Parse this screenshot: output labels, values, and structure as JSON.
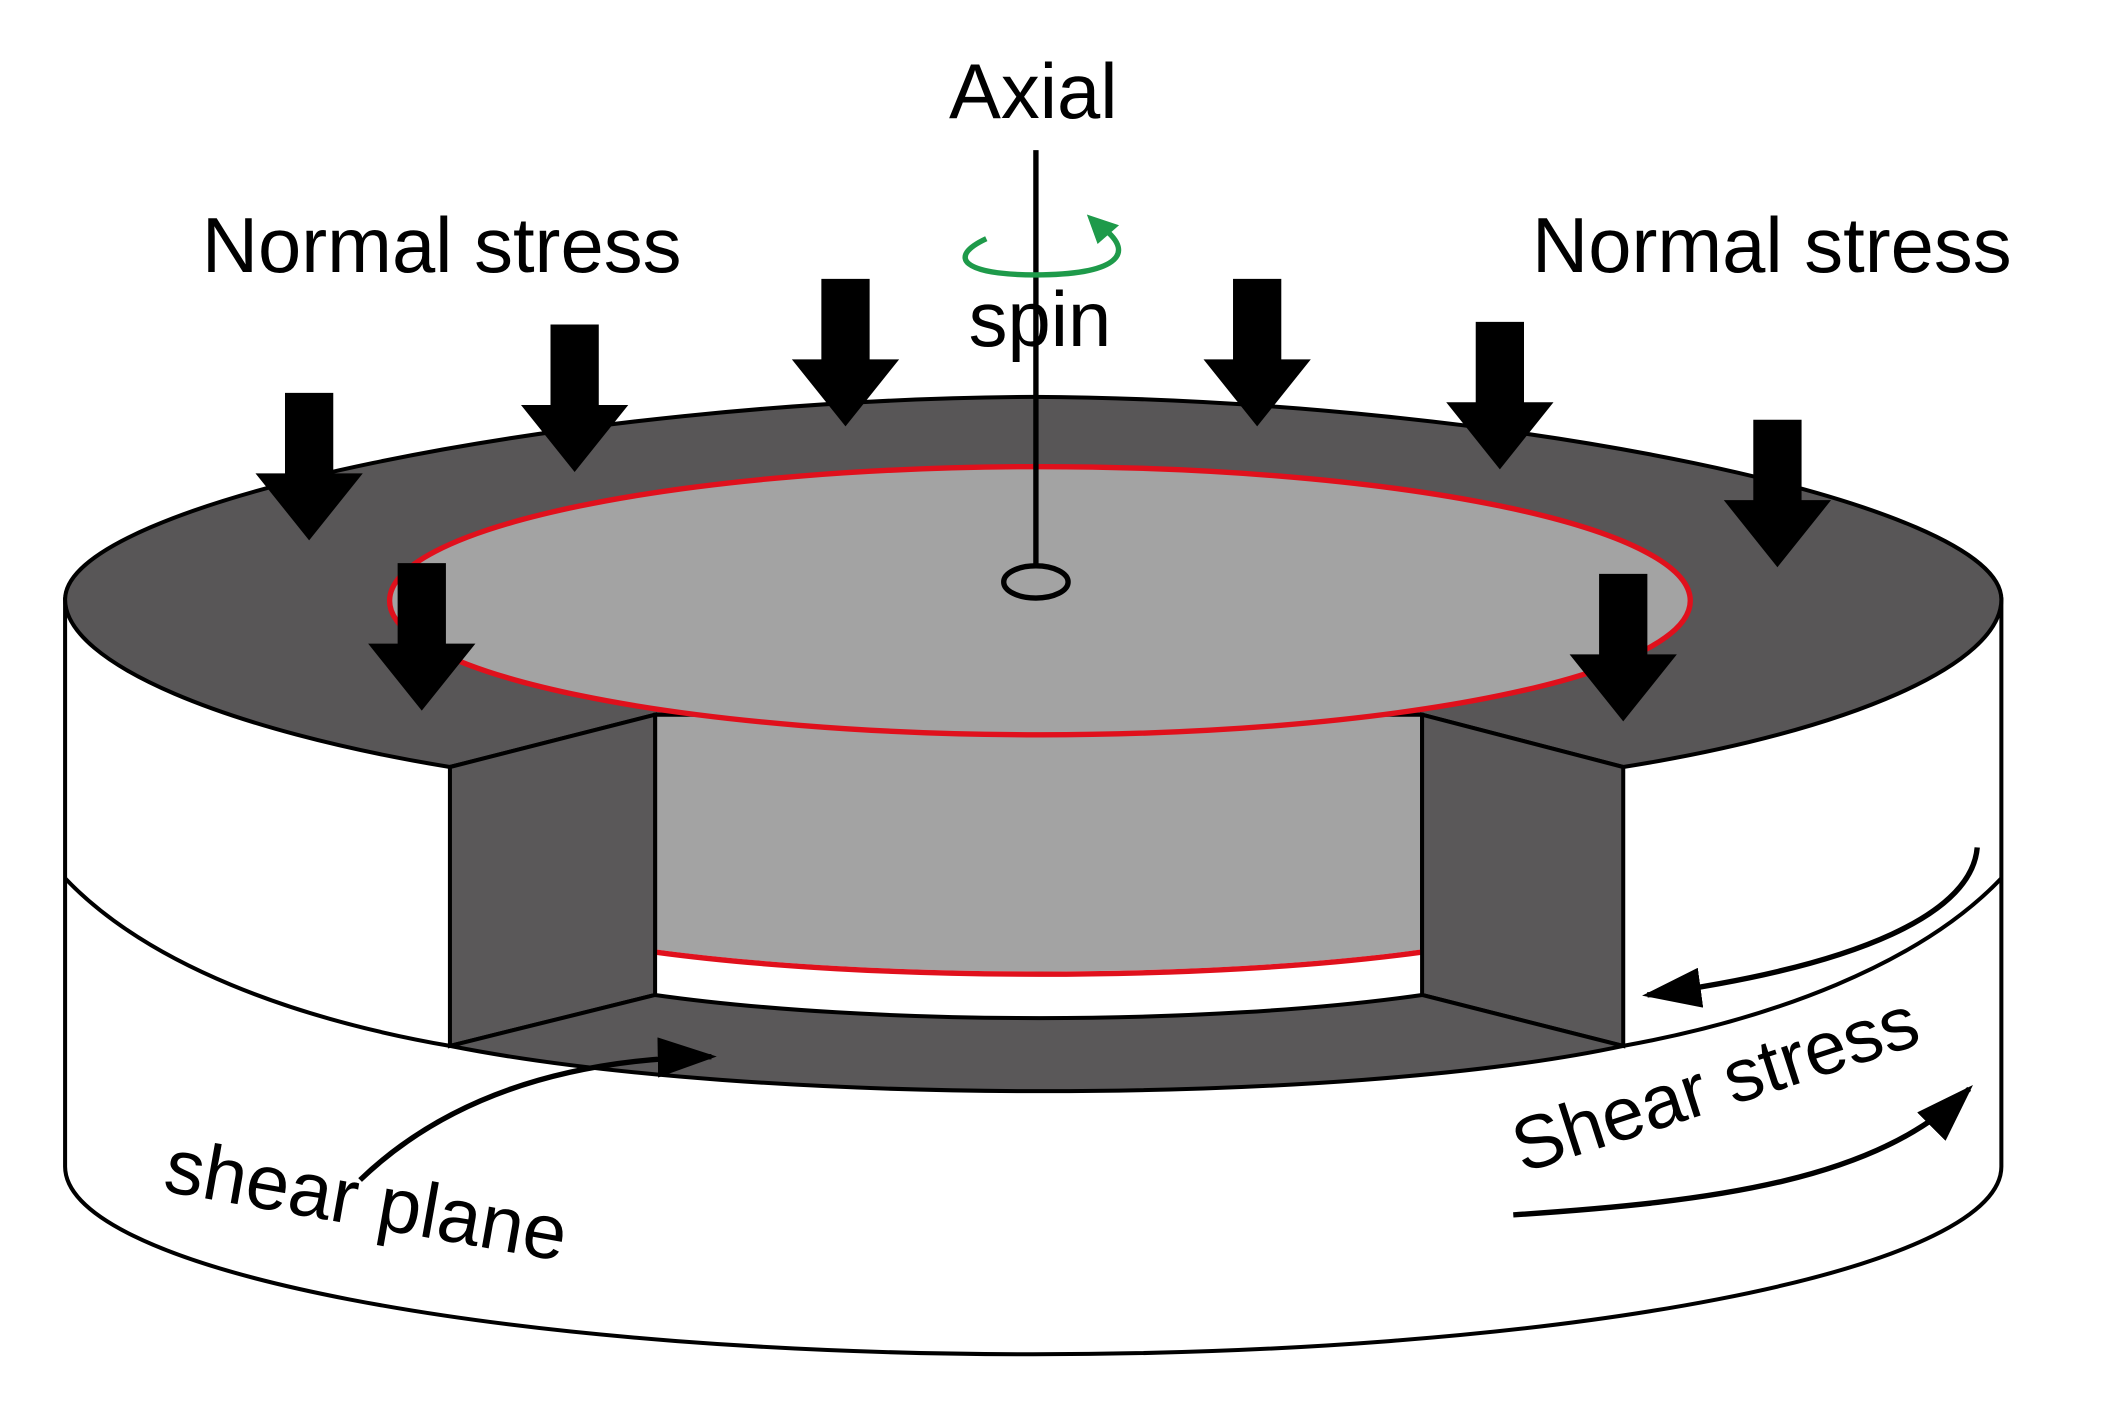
{
  "labels": {
    "axial": "Axial",
    "spin": "spin",
    "normal_stress_left": "Normal stress",
    "normal_stress_right": "Normal stress",
    "shear_stress": "Shear stress",
    "shear_plane": "shear plane"
  },
  "colors": {
    "ring_top": "#585657",
    "inner_face": "#a3a3a3",
    "cut_face": "#5a5859",
    "outline": "#000000",
    "red_ring": "#e0101c",
    "spin_arrow": "#1e9a4a",
    "background": "#ffffff"
  },
  "icons": {
    "normal_stress_arrow": "down-arrow-icon",
    "spin_arrow": "rotation-arrow-icon",
    "shear_arrow": "curved-arrow-icon"
  }
}
